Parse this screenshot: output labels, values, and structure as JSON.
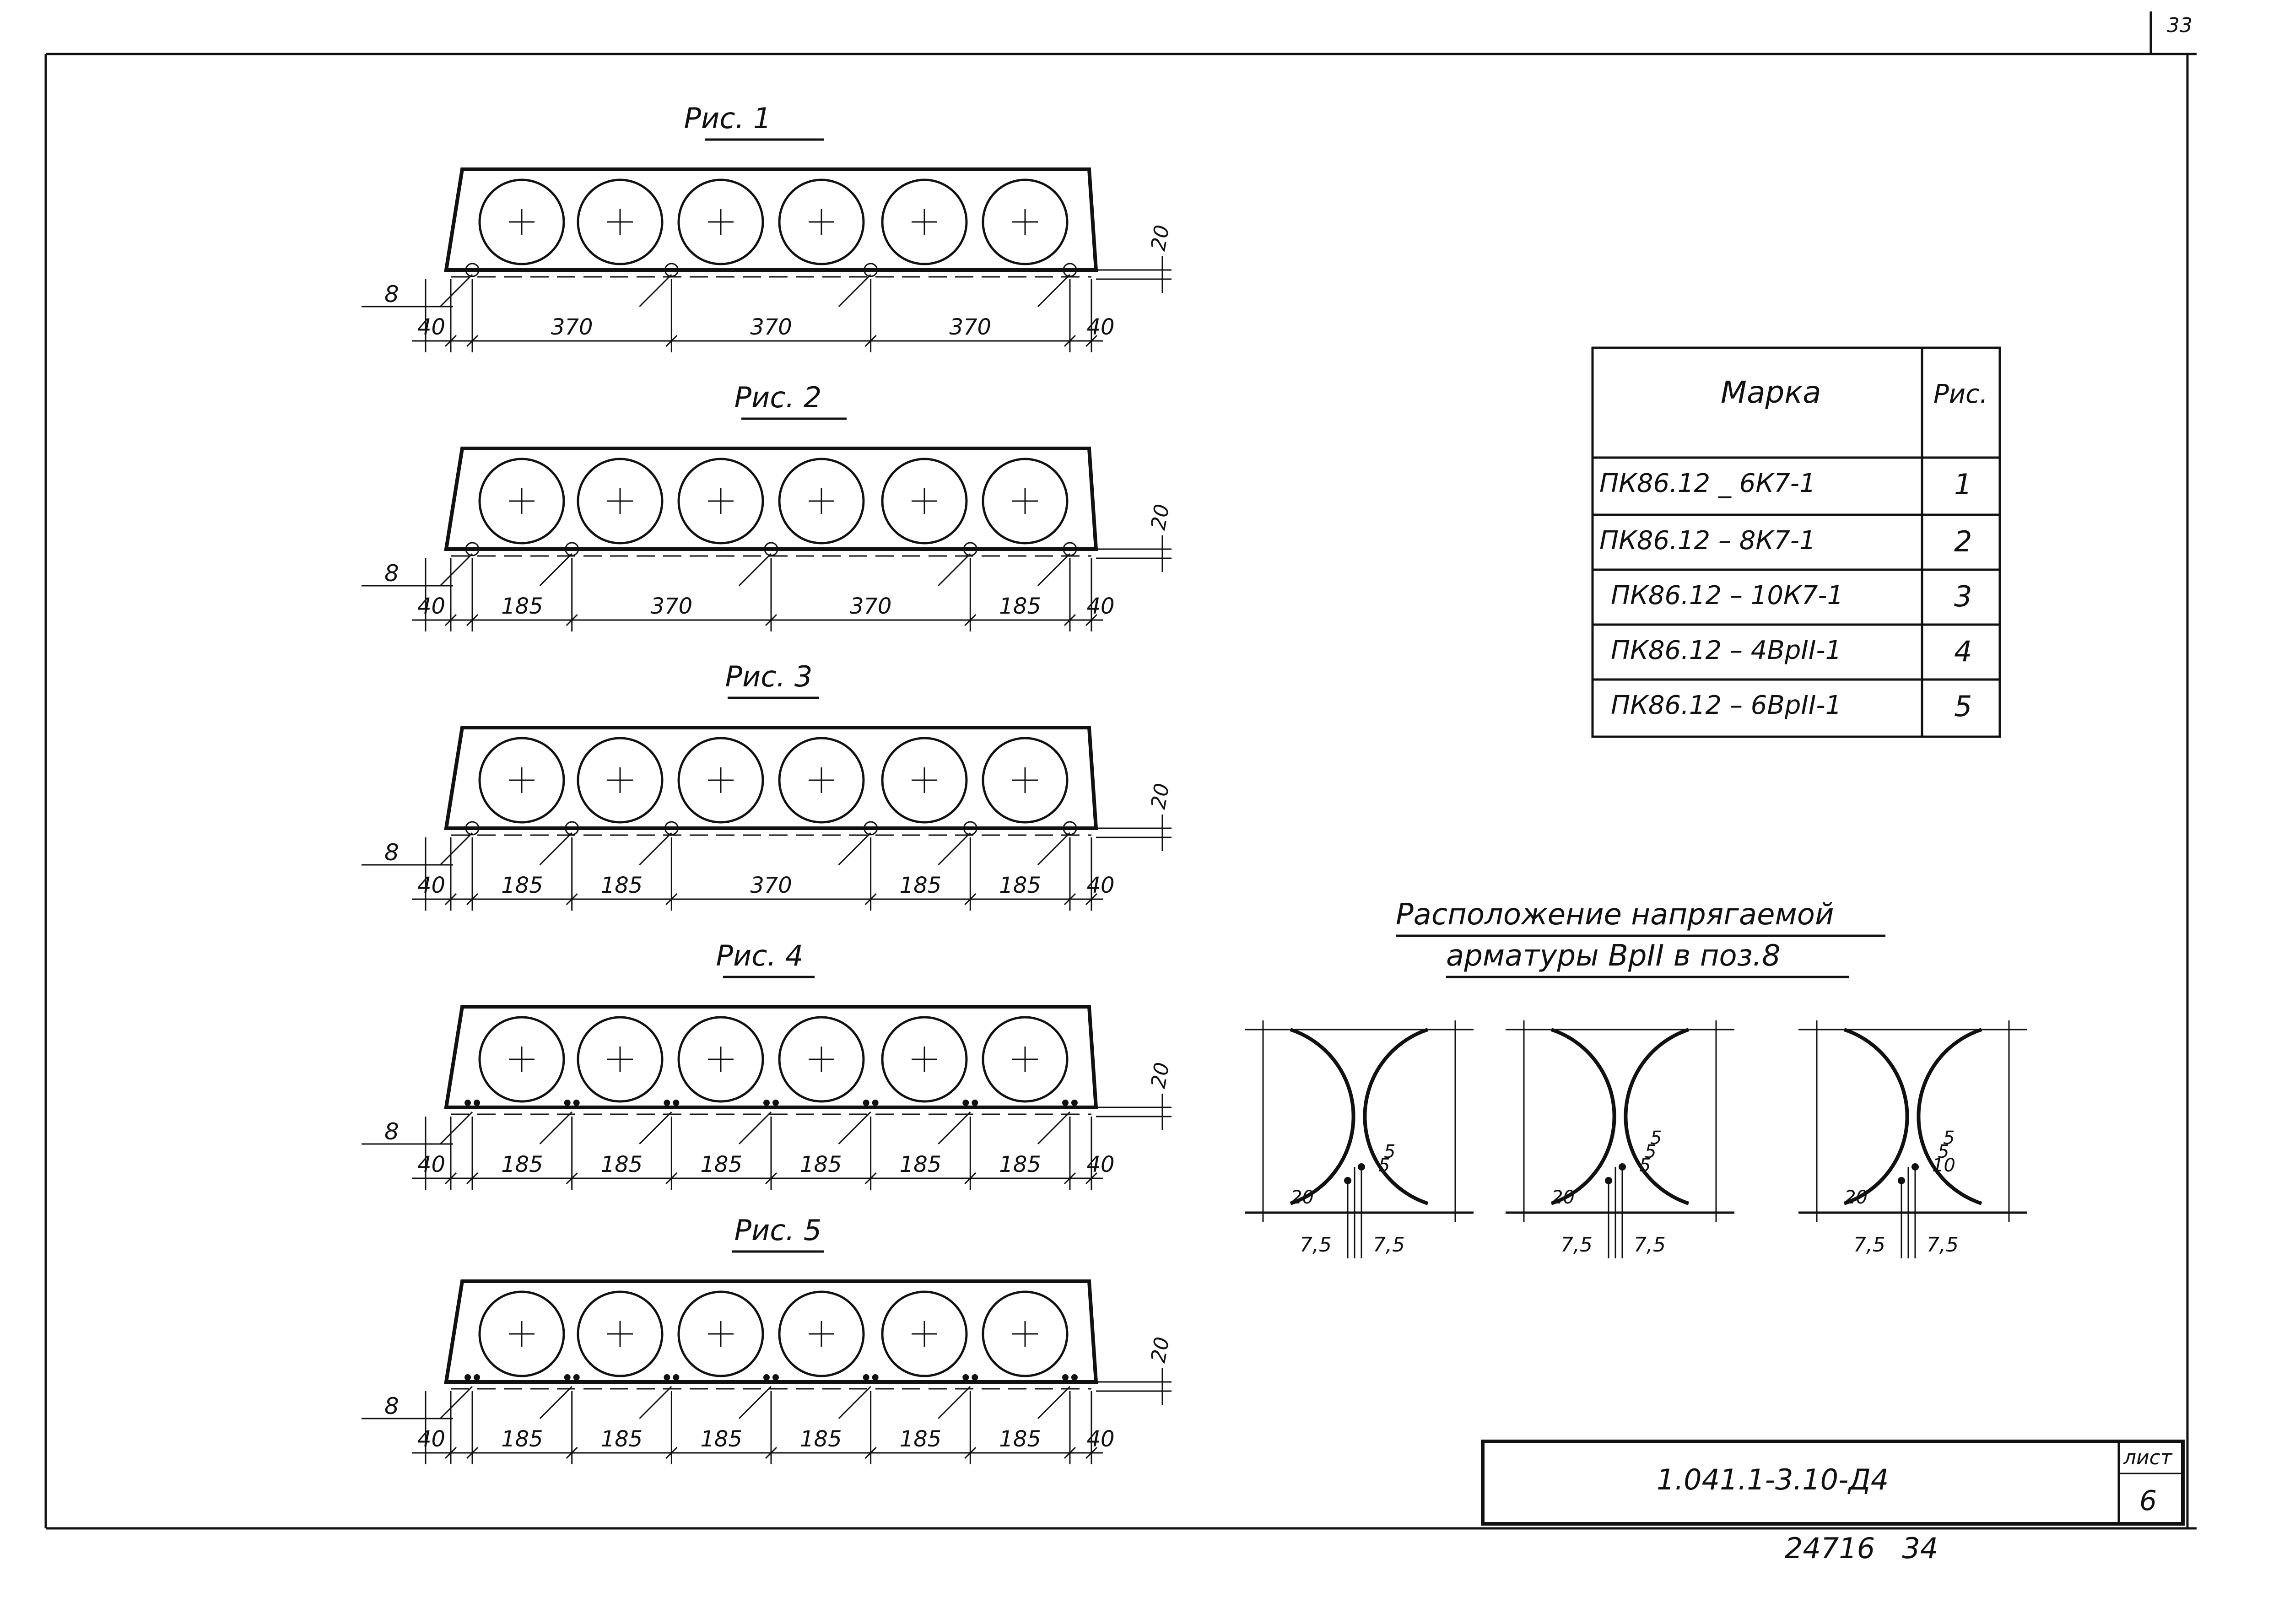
{
  "corner_number": "33",
  "figures": [
    {
      "title": "Рис. 1",
      "dims": [
        "40",
        "370",
        "370",
        "370",
        "40"
      ],
      "rebar": "circle",
      "bar_label": "8",
      "cover": "20"
    },
    {
      "title": "Рис. 2",
      "dims": [
        "40",
        "185",
        "370",
        "370",
        "185",
        "40"
      ],
      "rebar": "circle",
      "bar_label": "8",
      "cover": "20"
    },
    {
      "title": "Рис. 3",
      "dims": [
        "40",
        "185",
        "185",
        "370",
        "185",
        "185",
        "40"
      ],
      "rebar": "circle",
      "bar_label": "8",
      "cover": "20"
    },
    {
      "title": "Рис. 4",
      "dims": [
        "40",
        "185",
        "185",
        "185",
        "185",
        "185",
        "185",
        "40"
      ],
      "rebar": "wire",
      "bar_label": "8",
      "cover": "20"
    },
    {
      "title": "Рис. 5",
      "dims": [
        "40",
        "185",
        "185",
        "185",
        "185",
        "185",
        "185",
        "40"
      ],
      "rebar": "wire",
      "bar_label": "8",
      "cover": "20"
    }
  ],
  "table": {
    "headers": [
      "Марка",
      "Рис."
    ],
    "rows": [
      {
        "mark": "ПК86.12 _ 6К7-1",
        "fig": "1"
      },
      {
        "mark": "ПК86.12 – 8К7-1",
        "fig": "2"
      },
      {
        "mark": "ПК86.12 – 10К7-1",
        "fig": "3"
      },
      {
        "mark": "ПК86.12 – 4ВрII-1",
        "fig": "4"
      },
      {
        "mark": "ПК86.12 – 6ВрII-1",
        "fig": "5"
      }
    ]
  },
  "details": {
    "title_line1": "Расположение напрягаемой",
    "title_line2": "арматуры ВрII в поз.8",
    "items": [
      {
        "labels_side": [
          "20",
          "5",
          "5"
        ],
        "labels_bottom": [
          "7,5",
          "7,5"
        ]
      },
      {
        "labels_side": [
          "20",
          "5",
          "5",
          "5"
        ],
        "labels_bottom": [
          "7,5",
          "7,5"
        ]
      },
      {
        "labels_side": [
          "20",
          "10",
          "5",
          "5"
        ],
        "labels_bottom": [
          "7,5",
          "7,5"
        ]
      }
    ]
  },
  "stamp": {
    "code": "1.041.1-3.10-Д4",
    "sheet_label": "лист",
    "sheet_number": "6"
  },
  "bottom_note": "24716   34"
}
